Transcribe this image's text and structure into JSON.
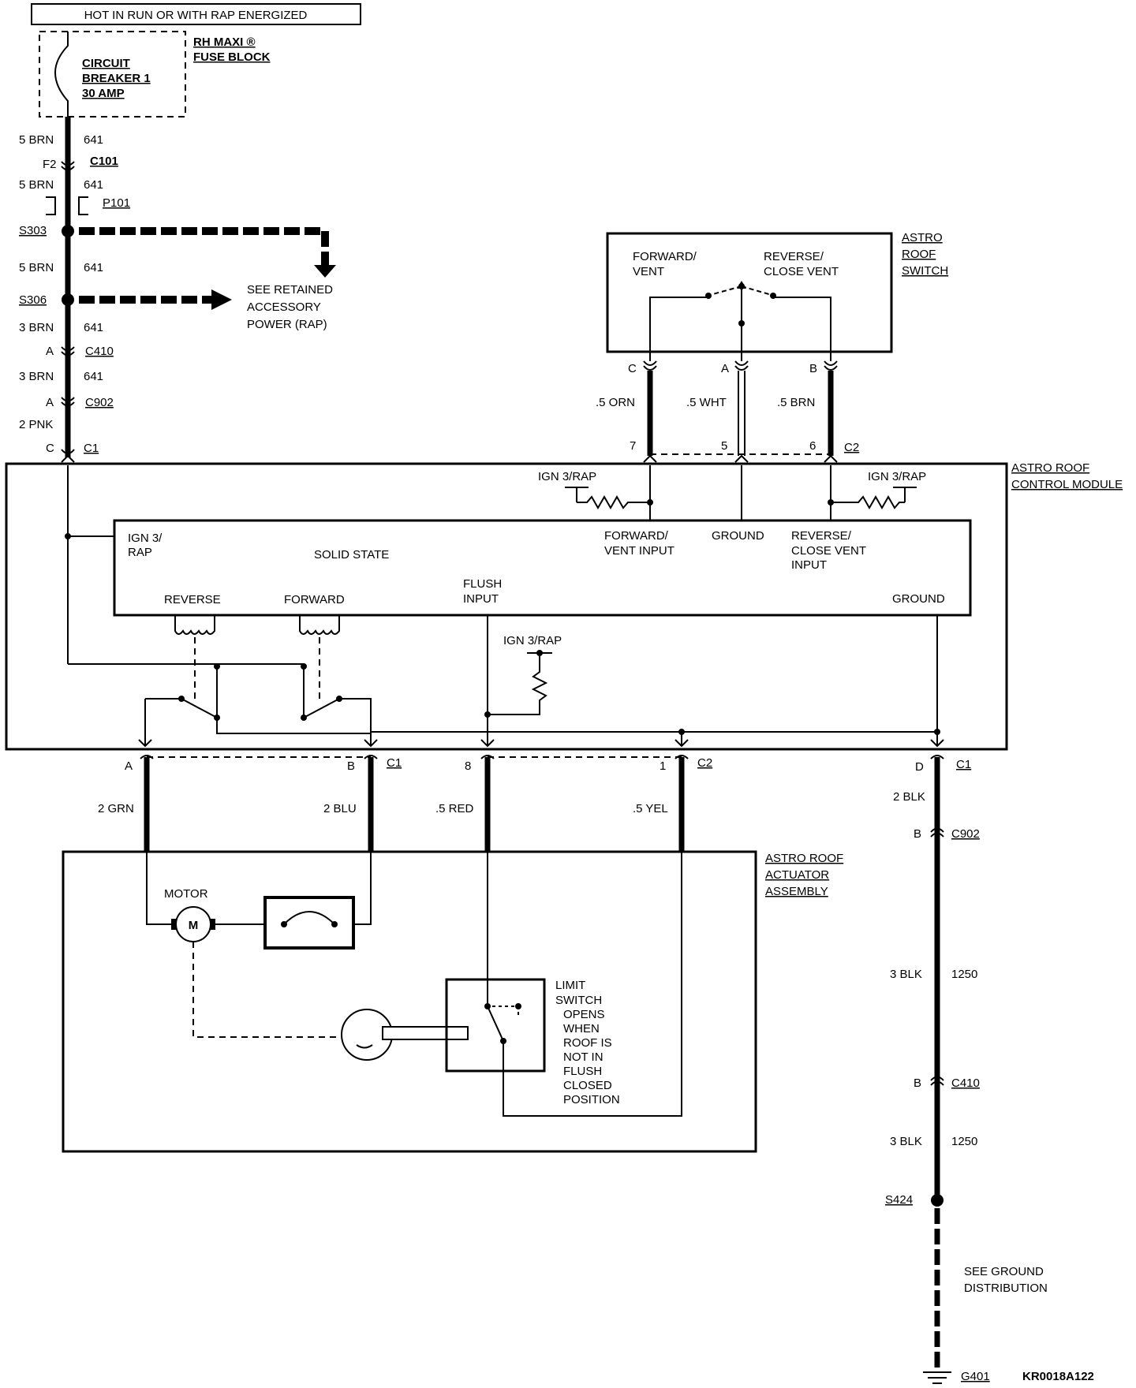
{
  "header": {
    "banner": "HOT IN RUN OR WITH RAP ENERGIZED"
  },
  "fuse_block": {
    "name_l1": "RH MAXI ®",
    "name_l2": "FUSE BLOCK",
    "breaker_l1": "CIRCUIT",
    "breaker_l2": "BREAKER 1",
    "breaker_l3": "30 AMP"
  },
  "feed": {
    "w1": {
      "gauge": "5 BRN",
      "circuit": "641"
    },
    "c101": {
      "pin": "F2",
      "name": "C101"
    },
    "w2": {
      "gauge": "5 BRN",
      "circuit": "641"
    },
    "p101": "P101",
    "s303": "S303",
    "w3": {
      "gauge": "5 BRN",
      "circuit": "641"
    },
    "s306": "S306",
    "rap_l1": "SEE RETAINED",
    "rap_l2": "ACCESSORY",
    "rap_l3": "POWER (RAP)",
    "w4": {
      "gauge": "3 BRN",
      "circuit": "641"
    },
    "c410": {
      "pin": "A",
      "name": "C410"
    },
    "w5": {
      "gauge": "3 BRN",
      "circuit": "641"
    },
    "c902": {
      "pin": "A",
      "name": "C902"
    },
    "w6": {
      "gauge": "2 PNK"
    },
    "c1": {
      "pin": "C",
      "name": "C1"
    }
  },
  "switch": {
    "name_l1": "ASTRO",
    "name_l2": "ROOF",
    "name_l3": "SWITCH",
    "fwd_l1": "FORWARD/",
    "fwd_l2": "VENT",
    "rev_l1": "REVERSE/",
    "rev_l2": "CLOSE VENT",
    "pin_c": "C",
    "pin_a": "A",
    "pin_b": "B",
    "w_orn": ".5 ORN",
    "w_wht": ".5 WHT",
    "w_brn": ".5 BRN",
    "m_pin7": "7",
    "m_pin5": "5",
    "m_pin6": "6",
    "m_conn": "C2"
  },
  "module": {
    "name_l1": "ASTRO ROOF",
    "name_l2": "CONTROL MODULE",
    "ign_left": "IGN 3/RAP",
    "ign_right": "IGN 3/RAP",
    "solid_state": "SOLID STATE",
    "ign_in_l1": "IGN 3/",
    "ign_in_l2": "RAP",
    "fwd_in_l1": "FORWARD/",
    "fwd_in_l2": "VENT INPUT",
    "gnd_in": "GROUND",
    "rev_in_l1": "REVERSE/",
    "rev_in_l2": "CLOSE VENT",
    "rev_in_l3": "INPUT",
    "reverse": "REVERSE",
    "forward": "FORWARD",
    "flush_l1": "FLUSH",
    "flush_l2": "INPUT",
    "ground": "GROUND",
    "ign_flush": "IGN 3/RAP"
  },
  "bottom": {
    "pin_a": "A",
    "pin_b": "B",
    "c1": "C1",
    "pin_8": "8",
    "pin_1": "1",
    "c2": "C2",
    "pin_d": "D",
    "c1_right": "C1",
    "w_grn": "2 GRN",
    "w_blu": "2 BLU",
    "w_red": ".5 RED",
    "w_yel": ".5 YEL"
  },
  "actuator": {
    "name_l1": "ASTRO ROOF",
    "name_l2": "ACTUATOR",
    "name_l3": "ASSEMBLY",
    "motor": "MOTOR",
    "motor_symbol": "M",
    "limit": [
      "LIMIT",
      "SWITCH",
      "OPENS",
      "WHEN",
      "ROOF IS",
      "NOT IN",
      "FLUSH",
      "CLOSED",
      "POSITION"
    ]
  },
  "ground": {
    "w1_gauge": "2 BLK",
    "c902": {
      "pin": "B",
      "name": "C902"
    },
    "w2": {
      "gauge": "3 BLK",
      "circuit": "1250"
    },
    "c410": {
      "pin": "B",
      "name": "C410"
    },
    "w3": {
      "gauge": "3 BLK",
      "circuit": "1250"
    },
    "s424": "S424",
    "see_l1": "SEE GROUND",
    "see_l2": "DISTRIBUTION",
    "g401": "G401"
  },
  "doc_code": "KR0018A122"
}
